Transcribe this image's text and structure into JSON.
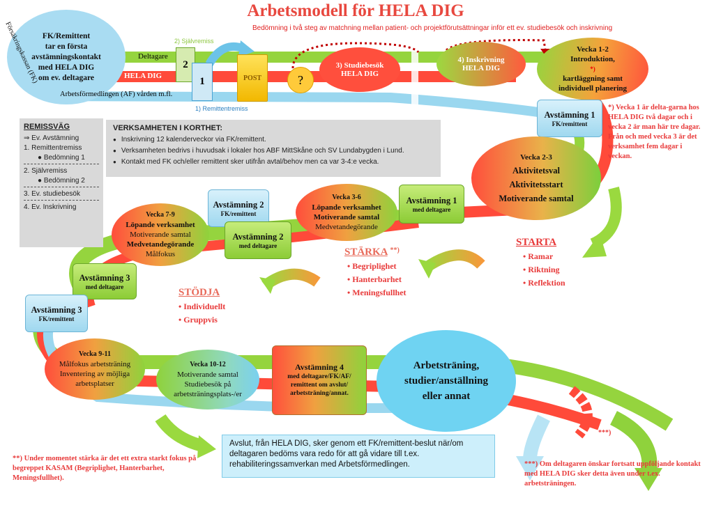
{
  "title": "Arbetsmodell för HELA DIG",
  "subtitle": "Bedömning i två steg av matchning mellan patient- och projektförutsättningar inför ett ev. studiebesök och inskrivning",
  "start": {
    "fk_remittent_lines": [
      "FK/Remittent",
      "tar en första",
      "avstämningskontakt",
      "med HELA DIG",
      "om ev. deltagare"
    ],
    "fk_label": "Försäkringskassan (FK)",
    "deltagare": "Deltagare",
    "hela_dig": "HELA DIG",
    "af_label": "Arbetsförmedlingen (AF) vården m.fl.",
    "sjalvremiss": "2) Självremiss",
    "remittentremiss": "1) Remittentremiss",
    "box2": "2",
    "box1": "1",
    "post": "POST"
  },
  "steps": {
    "studiebesok": [
      "3) Studiebesök",
      "HELA DIG"
    ],
    "inskrivning": [
      "4) Inskrivning",
      "HELA DIG"
    ],
    "vecka12": [
      "Vecka 1-2",
      "Introduktion,",
      "kartläggning samt",
      "individuell planering"
    ],
    "vecka12_mark": "*)",
    "note1": "*) Vecka 1 är delta-garna hos HELA DIG två dagar och i vecka 2 är man här tre dagar. Från och med vecka 3 är det verksamhet fem dagar i veckan.",
    "avst1_fk": [
      "Avstämning 1",
      "FK/remittent"
    ],
    "vecka23": [
      "Vecka 2-3",
      "Aktivitetsval",
      "Aktivitetsstart",
      "Motiverande samtal"
    ],
    "avst1_dt": [
      "Avstämning 1",
      "med deltagare"
    ],
    "vecka36": [
      "Vecka 3-6",
      "Löpande verksamhet",
      "Motiverande samtal",
      "Medvetandegörande"
    ],
    "avst2_fk": [
      "Avstämning 2",
      "FK/remittent"
    ],
    "avst2_dt": [
      "Avstämning 2",
      "med deltagare"
    ],
    "vecka79": [
      "Vecka  7-9",
      "Löpande verksamhet",
      "Motiverande samtal",
      "Medvetandegörande",
      "Målfokus"
    ],
    "avst3_dt": [
      "Avstämning 3",
      "med deltagare"
    ],
    "avst3_fk": [
      "Avstämning 3",
      "FK/remittent"
    ],
    "vecka911": [
      "Vecka 9-11",
      "Målfokus arbetsträning",
      "Inventering av möjliga",
      "arbetsplatser"
    ],
    "vecka1012": [
      "Vecka 10-12",
      "Motiverande samtal",
      "Studiebesök på",
      "arbetsträningsplats-/er"
    ],
    "avst4": [
      "Avstämning 4",
      "med deltagare/FK/AF/",
      "remittent om avslut/",
      "arbetsträning/annat."
    ],
    "final": [
      "Arbetsträning,",
      "studier/anställning",
      "eller annat"
    ]
  },
  "remissvag": {
    "title": "REMISSVÄG",
    "items": [
      "⇒  Ev. Avstämning",
      "1. Remittentremiss",
      "Bedömning 1",
      "2. Självremiss",
      "Bedömning 2",
      "3. Ev. studiebesök",
      "4. Ev. Inskrivning"
    ]
  },
  "verksamheten": {
    "title": "VERKSAMHETEN I KORTHET:",
    "items": [
      "Inskrivning 12 kalenderveckor via FK/remittent.",
      "Verksamheten bedrivs i huvudsak i lokaler hos ABF MittSkåne och SV Lundabygden i Lund.",
      "Kontakt med FK och/eller remittent sker utifrån avtal/behov men ca var 3-4:e vecka."
    ]
  },
  "starta": {
    "title": "STARTA",
    "items": [
      "Ramar",
      "Riktning",
      "Reflektion"
    ]
  },
  "starka": {
    "title": "STÄRKA",
    "mark": "**)",
    "items": [
      "Begriplighet",
      "Hanterbarhet",
      "Meningsfullhet"
    ]
  },
  "stodja": {
    "title": "STÖDJA",
    "items": [
      "Individuellt",
      "Gruppvis"
    ]
  },
  "avslut": "Avslut, från HELA DIG, sker genom ett FK/remittent-beslut när/om deltagaren bedöms vara redo för att gå vidare till t.ex. rehabiliteringssamverkan med Arbetsförmedlingen.",
  "footnote2": "**) Under momentet stärka är det ett extra starkt fokus på begreppet KASAM (Begriplighet, Hanterbarhet, Meningsfullhet).",
  "footnote3_mark": "***)",
  "footnote3": "***) Om deltagaren önskar fortsatt uppföljande kontakt med HELA DIG sker detta även under t.ex. arbetsträningen.",
  "colors": {
    "red": "#ff4a3a",
    "green": "#8fd23c",
    "blue": "#8fd4ef",
    "title_red": "#e8483f"
  }
}
